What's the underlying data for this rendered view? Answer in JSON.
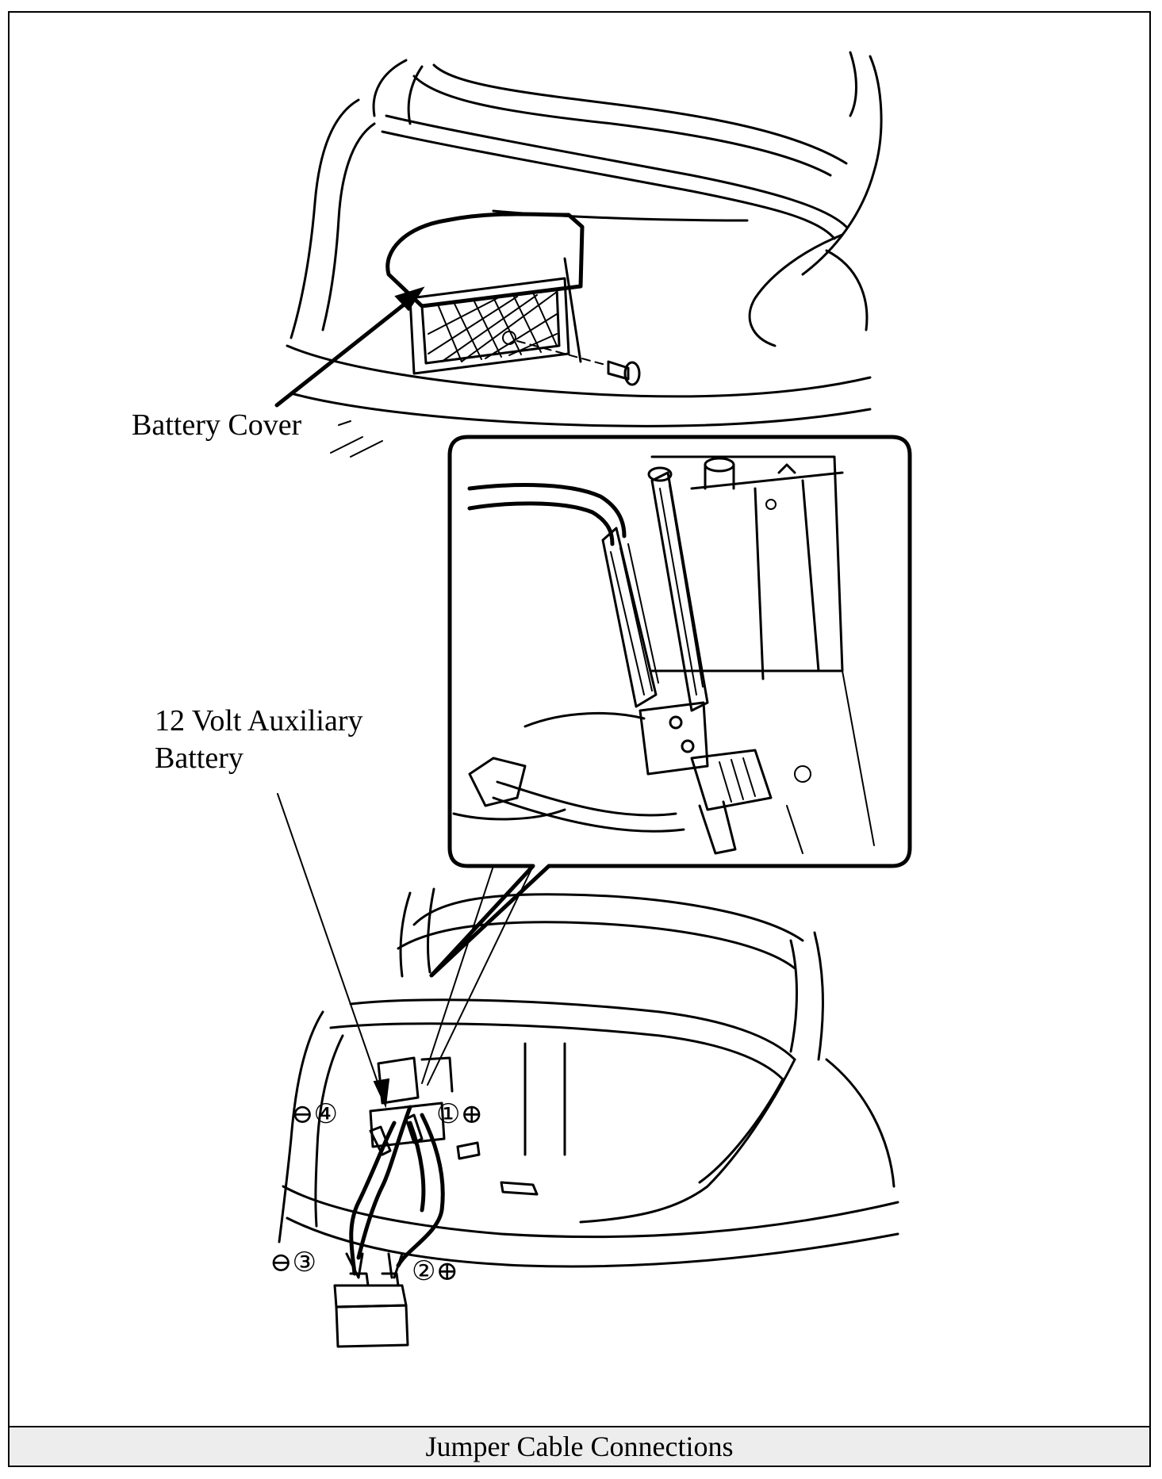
{
  "figure": {
    "caption": "Jumper Cable Connections",
    "labels": {
      "battery_cover": "Battery Cover",
      "aux_battery_line1": "12 Volt Auxiliary",
      "aux_battery_line2": "Battery",
      "conn_1": "①⊕",
      "conn_2": "②⊕",
      "conn_3": "⊖③",
      "conn_4": "⊖④"
    }
  }
}
